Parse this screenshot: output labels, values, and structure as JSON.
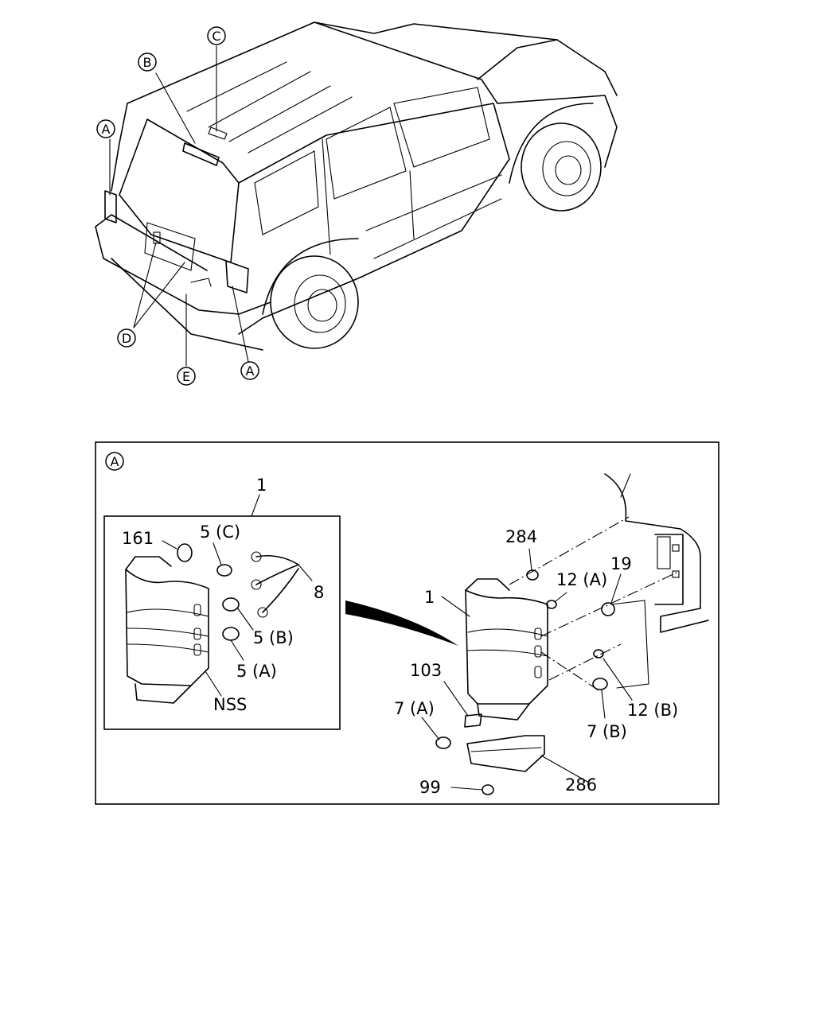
{
  "overview": {
    "callouts": [
      {
        "id": "c-top",
        "letter": "C"
      },
      {
        "id": "b-top",
        "letter": "B"
      },
      {
        "id": "a-left",
        "letter": "A"
      },
      {
        "id": "d-bottom",
        "letter": "D"
      },
      {
        "id": "e-bottom",
        "letter": "E"
      },
      {
        "id": "a-right",
        "letter": "A"
      }
    ]
  },
  "detail": {
    "section_letter": "A",
    "inset_part": "1",
    "inset_labels": {
      "p161": "161",
      "p5c": "5 (C)",
      "p8": "8",
      "p5b": "5 (B)",
      "p5a": "5 (A)",
      "nss": "NSS"
    },
    "main_labels": {
      "p284": "284",
      "p19": "19",
      "p12a": "12 (A)",
      "p1": "1",
      "p103": "103",
      "p12b": "12 (B)",
      "p7a": "7 (A)",
      "p7b": "7 (B)",
      "p99": "99",
      "p286": "286"
    }
  }
}
